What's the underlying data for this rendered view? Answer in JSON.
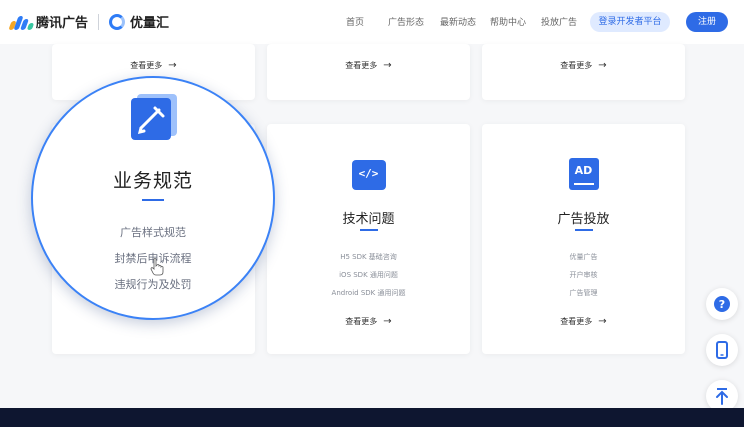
{
  "header": {
    "brand": "腾讯广告",
    "brand2": "优量汇",
    "nav": [
      "首页",
      "广告形态",
      "最新动态",
      "帮助中心",
      "投放广告"
    ],
    "dev_button": "登录开发者平台",
    "register_button": "注册"
  },
  "top_cards": [
    {
      "link": "查看更多"
    },
    {
      "link": "查看更多"
    },
    {
      "link": "查看更多"
    }
  ],
  "cards": [
    {
      "title": "业务规范",
      "items": [
        "广告样式规范",
        "封禁后申诉流程",
        "违规行为及处罚"
      ],
      "icon": "pencil-doc-icon"
    },
    {
      "title": "技术问题",
      "items": [
        "H5 SDK 基础咨询",
        "iOS SDK 通用问题",
        "Android SDK 通用问题"
      ],
      "link": "查看更多",
      "icon": "code-icon",
      "icon_text": "</>"
    },
    {
      "title": "广告投放",
      "items": [
        "优量广告",
        "开户审核",
        "广告管理"
      ],
      "link": "查看更多",
      "icon": "ad-icon",
      "icon_text": "AD"
    }
  ],
  "colors": {
    "accent": "#2e6be6",
    "footer": "#0e1630",
    "logo_colors": [
      "#f5a623",
      "#2e7cf6",
      "#37c6a0"
    ]
  }
}
